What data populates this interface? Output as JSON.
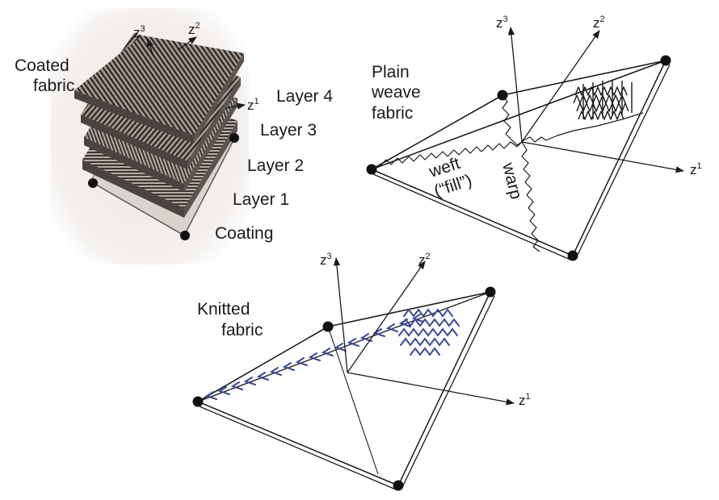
{
  "coated": {
    "title_line1": "Coated",
    "title_line2": "fabric",
    "layers": [
      "Layer 4",
      "Layer 3",
      "Layer 2",
      "Layer 1",
      "Coating"
    ],
    "axes": {
      "z3": {
        "base": "z",
        "sup": "3"
      },
      "z2": {
        "base": "z",
        "sup": "2"
      },
      "z1": {
        "base": "z",
        "sup": "1"
      }
    }
  },
  "plain": {
    "title_line1": "Plain",
    "title_line2": "weave",
    "title_line3": "fabric",
    "weft_line1": "weft",
    "weft_line2": "(“fill”)",
    "warp": "warp",
    "axes": {
      "z3": {
        "base": "z",
        "sup": "3"
      },
      "z2": {
        "base": "z",
        "sup": "2"
      },
      "z1": {
        "base": "z",
        "sup": "1"
      }
    }
  },
  "knitted": {
    "title_line1": "Knitted",
    "title_line2": "fabric",
    "axes": {
      "z3": {
        "base": "z",
        "sup": "3"
      },
      "z2": {
        "base": "z",
        "sup": "2"
      },
      "z1": {
        "base": "z",
        "sup": "1"
      }
    }
  },
  "colors": {
    "line": "#1a1a1a",
    "knit_stitch": "#3a4a9a",
    "layer_dark": "#2e2a28",
    "layer_light": "#a89c92",
    "photo_bg": "#ebe7e3"
  }
}
